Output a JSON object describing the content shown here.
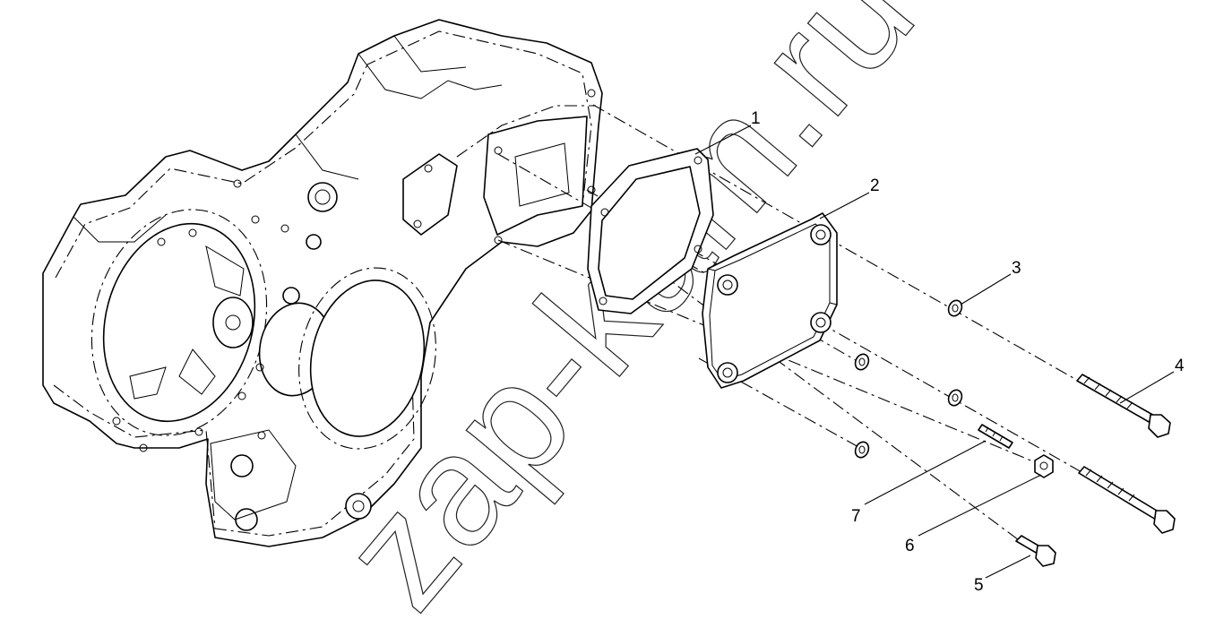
{
  "watermark": "zap-kam.ru",
  "callouts": [
    "1",
    "2",
    "3",
    "4",
    "5",
    "6",
    "7"
  ]
}
